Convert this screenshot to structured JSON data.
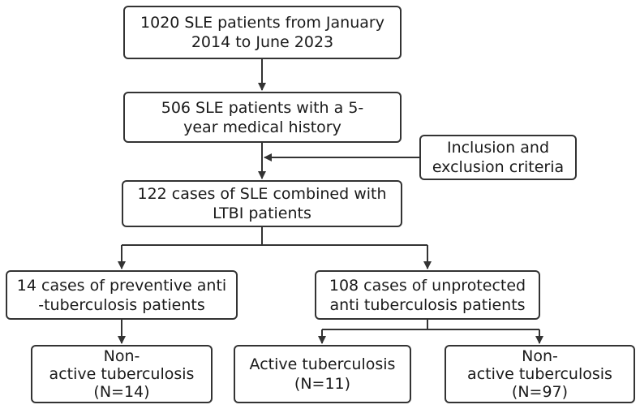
{
  "nodes": {
    "source": {
      "lines": [
        "1020 SLE patients from January",
        "2014 to June 2023"
      ]
    },
    "history": {
      "lines": [
        "506 SLE patients with a 5-",
        "year medical history"
      ]
    },
    "criteria": {
      "lines": [
        "Inclusion and",
        "exclusion criteria"
      ]
    },
    "combined": {
      "lines": [
        "122 cases of SLE combined with",
        "LTBI patients"
      ]
    },
    "preventive": {
      "lines": [
        "14 cases of preventive anti",
        "-tuberculosis patients"
      ]
    },
    "unprotected": {
      "lines": [
        "108 cases of unprotected",
        "anti tuberculosis patients"
      ]
    },
    "nonactive_left": {
      "lines": [
        "Non-",
        "active tuberculosis",
        "(N=14)"
      ]
    },
    "active": {
      "lines": [
        "Active tuberculosis",
        "(N=11)"
      ]
    },
    "nonactive_right": {
      "lines": [
        "Non-",
        "active tuberculosis",
        "(N=97)"
      ]
    }
  },
  "colors": {
    "stroke": "#333333",
    "text": "#1a1a1a",
    "background": "#ffffff"
  }
}
